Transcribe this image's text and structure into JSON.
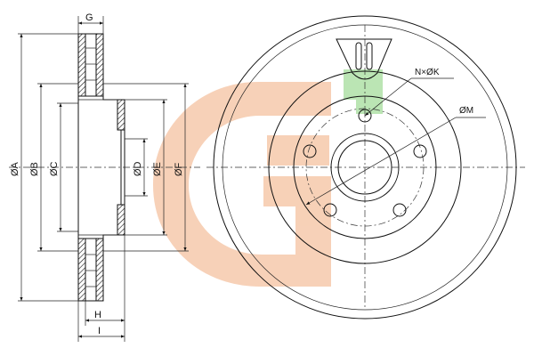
{
  "labels": {
    "A": "ØA",
    "B": "ØB",
    "C": "ØC",
    "D": "ØD",
    "E": "ØE",
    "F": "ØF",
    "G": "G",
    "H": "H",
    "I": "I",
    "NK": "N×ØK",
    "M": "ØM"
  },
  "watermark": {
    "colors": {
      "orange": "#f7cfb4",
      "green": "#b7e4b0"
    }
  }
}
